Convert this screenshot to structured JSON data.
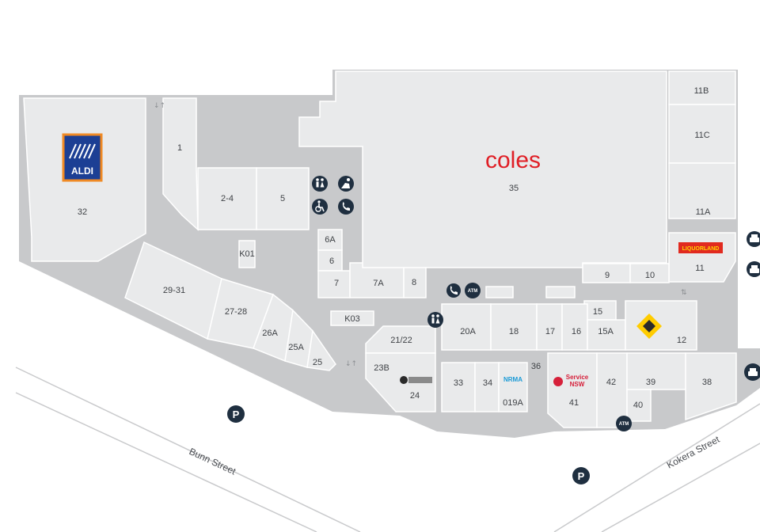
{
  "brands": {
    "coles": "coles",
    "aldi": "ALDI",
    "liquorland": "LIQUORLAND",
    "service_nsw_1": "Service",
    "service_nsw_2": "NSW",
    "nrma": "NRMA"
  },
  "streets": {
    "bunn": "Bunn Street",
    "kokera": "Kokera Street"
  },
  "shops": {
    "s32": "32",
    "s1": "1",
    "s2_4": "2-4",
    "s5": "5",
    "s6a": "6A",
    "s6": "6",
    "s7": "7",
    "s7a": "7A",
    "s8": "8",
    "k01": "K01",
    "k03": "K03",
    "s29_31": "29-31",
    "s27_28": "27-28",
    "s26a": "26A",
    "s25a": "25A",
    "s25": "25",
    "s35": "35",
    "s11b": "11B",
    "s11c": "11C",
    "s11a": "11A",
    "s11": "11",
    "s9": "9",
    "s10": "10",
    "s15": "15",
    "s20a": "20A",
    "s18": "18",
    "s17": "17",
    "s16": "16",
    "s15a": "15A",
    "s12": "12",
    "s21_22": "21/22",
    "s23b": "23B",
    "s24": "24",
    "s33": "33",
    "s34": "34",
    "s019a": "019A",
    "s36": "36",
    "s41": "41",
    "s42": "42",
    "s39": "39",
    "s40": "40",
    "s38": "38"
  },
  "icons": {
    "parking": "P",
    "atm": "ATM"
  },
  "colors": {
    "mall": "#c8c9cb",
    "shop": "#e9eaeb",
    "icon": "#1f2f40",
    "coles": "#e01f26",
    "aldi_blue": "#1c3f94",
    "aldi_orange": "#f08a24",
    "liquorland": "#e12a1f",
    "commbank": "#ffcc00",
    "service_nsw": "#d6203a"
  }
}
